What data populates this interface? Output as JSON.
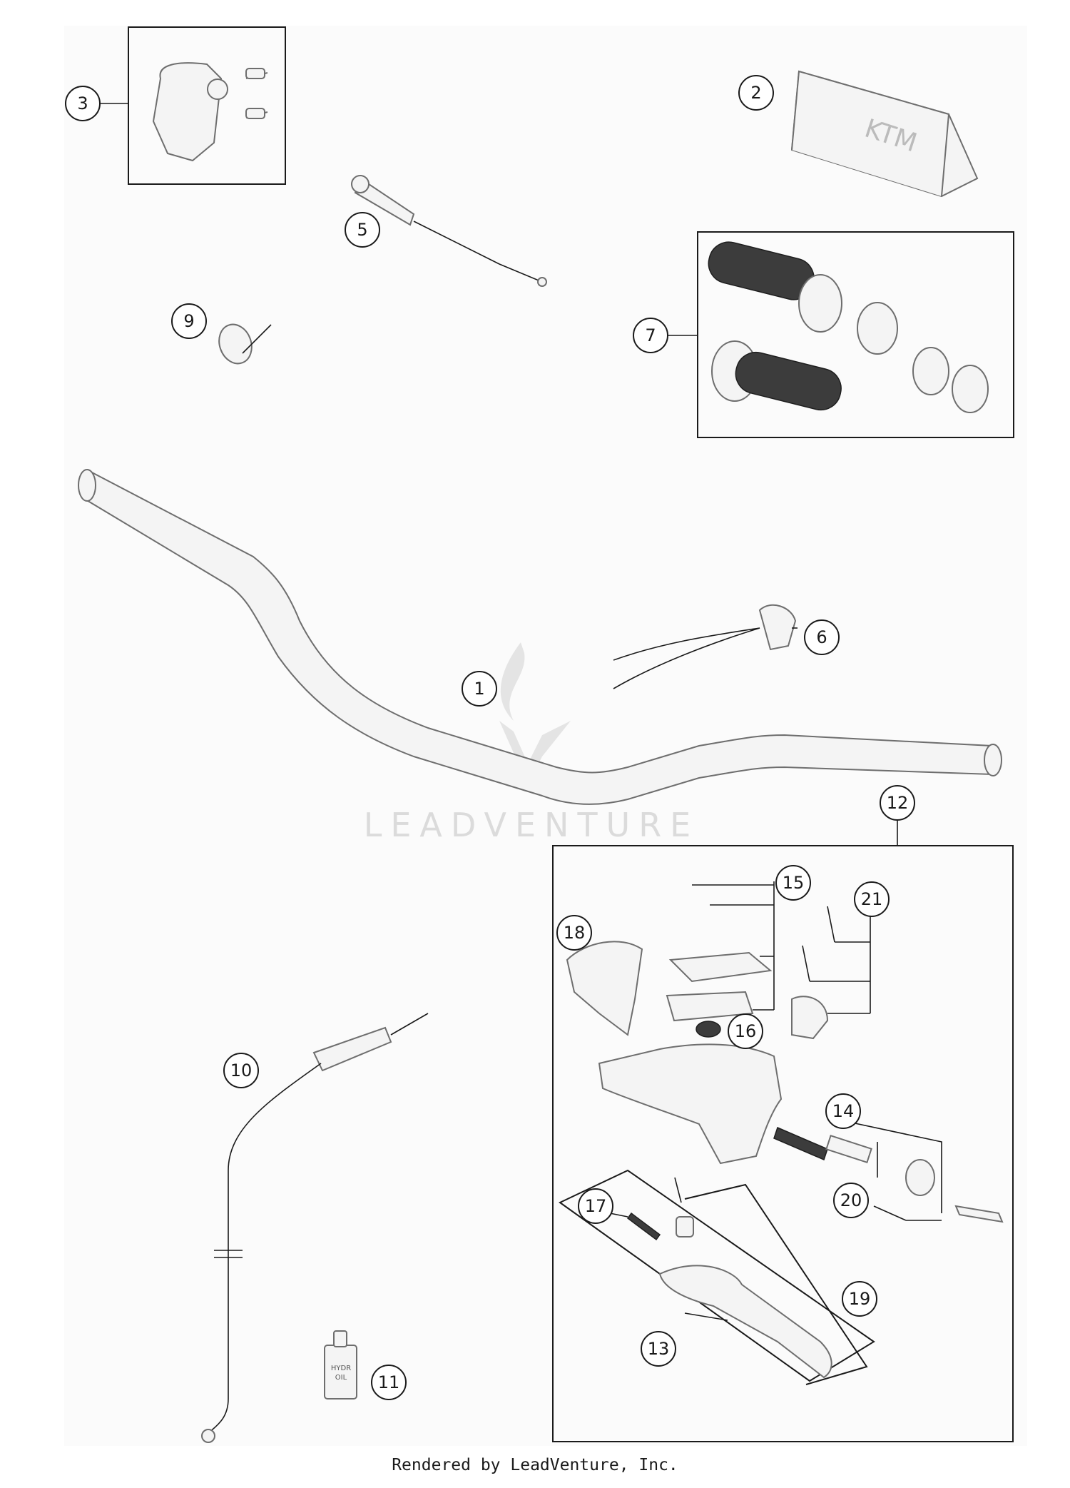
{
  "diagram": {
    "callouts": [
      "1",
      "2",
      "3",
      "5",
      "6",
      "7",
      "9",
      "10",
      "11",
      "12",
      "13",
      "14",
      "15",
      "16",
      "17",
      "18",
      "19",
      "20",
      "21"
    ]
  },
  "watermark": {
    "text": "LEADVENTURE"
  },
  "footer": {
    "text": "Rendered by LeadVenture, Inc."
  },
  "colors": {
    "line": "#1a1a1a",
    "part_outline": "#6e6e6e",
    "watermark": "#d8d8d8"
  }
}
